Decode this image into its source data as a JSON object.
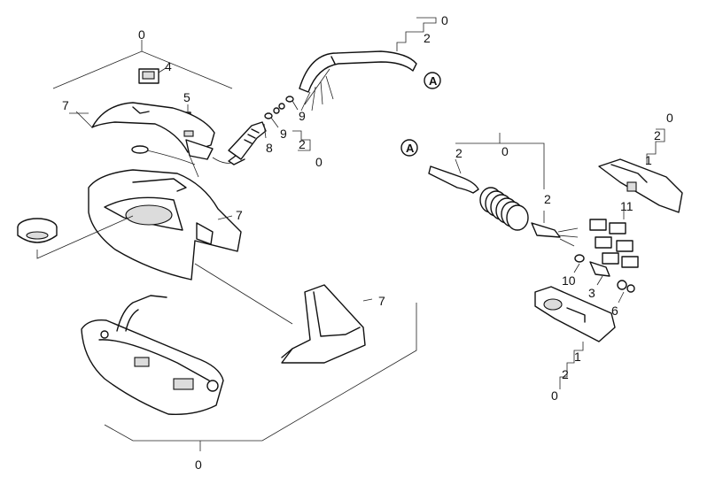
{
  "diagram": {
    "callouts": [
      {
        "id": "c-top-0",
        "text": "0"
      },
      {
        "id": "c-switch-4",
        "text": "4"
      },
      {
        "id": "c-screw-5",
        "text": "5"
      },
      {
        "id": "c-handle-7",
        "text": "7"
      },
      {
        "id": "c-cable-sub-0",
        "text": "0"
      },
      {
        "id": "c-cable-sub-2",
        "text": "2"
      },
      {
        "id": "c-ring-9a",
        "text": "9"
      },
      {
        "id": "c-ring-9b",
        "text": "9"
      },
      {
        "id": "c-bushing-8",
        "text": "8"
      },
      {
        "id": "c-hose-2",
        "text": "2"
      },
      {
        "id": "c-hose-0",
        "text": "0"
      },
      {
        "id": "c-body-7",
        "text": "7"
      },
      {
        "id": "c-stand-7",
        "text": "7"
      },
      {
        "id": "c-bottom-0",
        "text": "0"
      },
      {
        "id": "c-tube-2",
        "text": "2"
      },
      {
        "id": "c-spring-0",
        "text": "0"
      },
      {
        "id": "c-spring-2",
        "text": "2"
      },
      {
        "id": "c-top-cover-0",
        "text": "0"
      },
      {
        "id": "c-top-cover-2",
        "text": "2"
      },
      {
        "id": "c-top-cover-1",
        "text": "1"
      },
      {
        "id": "c-terminal-11",
        "text": "11"
      },
      {
        "id": "c-nut-10",
        "text": "10"
      },
      {
        "id": "c-valve-3",
        "text": "3"
      },
      {
        "id": "c-seal-6",
        "text": "6"
      },
      {
        "id": "c-lower-1",
        "text": "1"
      },
      {
        "id": "c-lower-2",
        "text": "2"
      },
      {
        "id": "c-lower-0",
        "text": "0"
      }
    ],
    "reference_marks": [
      {
        "id": "ref-a-1",
        "text": "A"
      },
      {
        "id": "ref-a-2",
        "text": "A"
      }
    ]
  }
}
